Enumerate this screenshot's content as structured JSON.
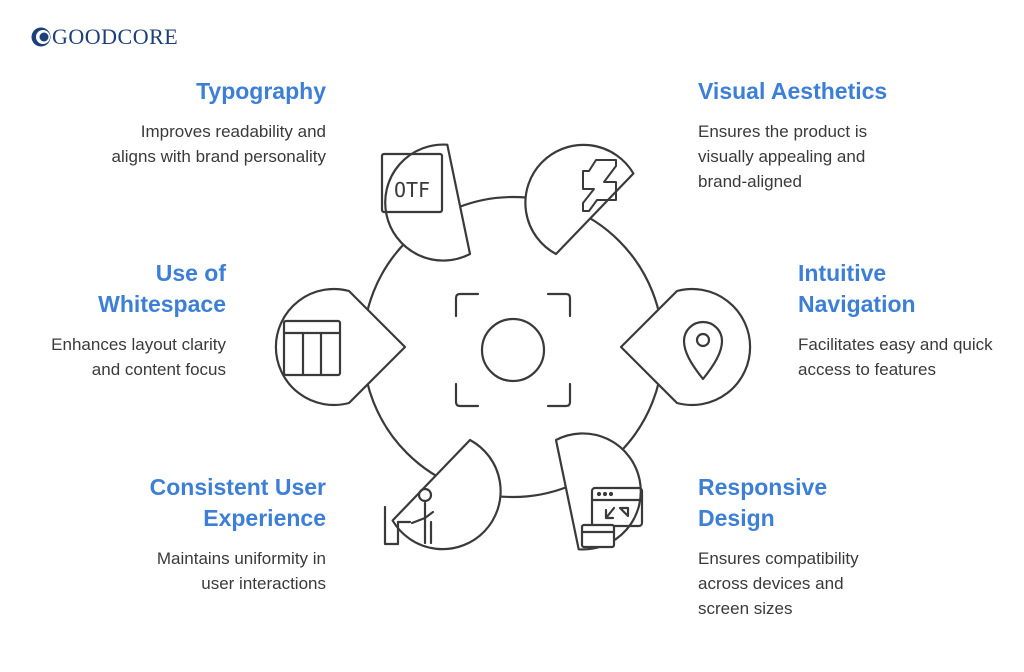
{
  "brand": {
    "name": "GOODCORE",
    "color": "#1c3f7a"
  },
  "colors": {
    "title": "#3d7fd6",
    "text": "#3a3a3a",
    "stroke": "#3a3a3a"
  },
  "center_icon": "camera-focus-icon",
  "items": [
    {
      "title": "Typography",
      "description": "Improves readability and aligns with brand personality",
      "icon": "otf-font-icon"
    },
    {
      "title": "Visual Aesthetics",
      "description": "Ensures the product is visually appealing and brand-aligned",
      "icon": "deviantart-logo-icon"
    },
    {
      "title": "Use of Whitespace",
      "description": "Enhances layout clarity and content focus",
      "icon": "layout-columns-icon"
    },
    {
      "title": "Intuitive Navigation",
      "description": "Facilitates easy and quick access to features",
      "icon": "map-pin-icon"
    },
    {
      "title": "Consistent User Experience",
      "description": "Maintains uniformity in user interactions",
      "icon": "person-at-desk-icon"
    },
    {
      "title": "Responsive Design",
      "description": "Ensures compatibility across devices and screen sizes",
      "icon": "responsive-windows-icon"
    }
  ]
}
